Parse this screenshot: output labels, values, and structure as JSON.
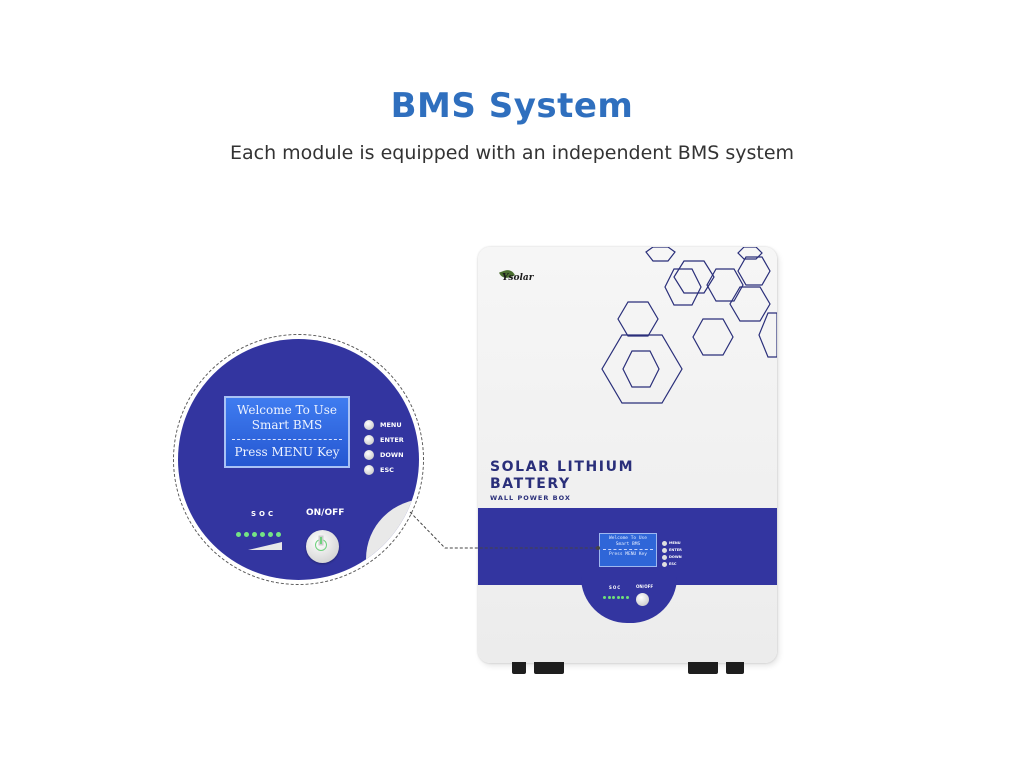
{
  "header": {
    "title": "BMS System",
    "subtitle": "Each module is equipped with an independent BMS system"
  },
  "product": {
    "logo_text": "Ysolar",
    "brand_line1": "SOLAR LITHIUM",
    "brand_line2": "BATTERY",
    "brand_line3": "WALL POWER BOX"
  },
  "display": {
    "line1": "Welcome To Use",
    "line2": "Smart BMS",
    "line3": "Press MENU Key"
  },
  "buttons": [
    "MENU",
    "ENTER",
    "DOWN",
    "ESC"
  ],
  "indicators": {
    "soc_label": "SOC",
    "onoff_label": "ON/OFF",
    "soc_leds_lit": 6
  },
  "colors": {
    "title": "#2f6fbe",
    "panel_blue": "#3335a0",
    "lcd_blue": "#2f66d8",
    "led_green": "#74e584"
  }
}
